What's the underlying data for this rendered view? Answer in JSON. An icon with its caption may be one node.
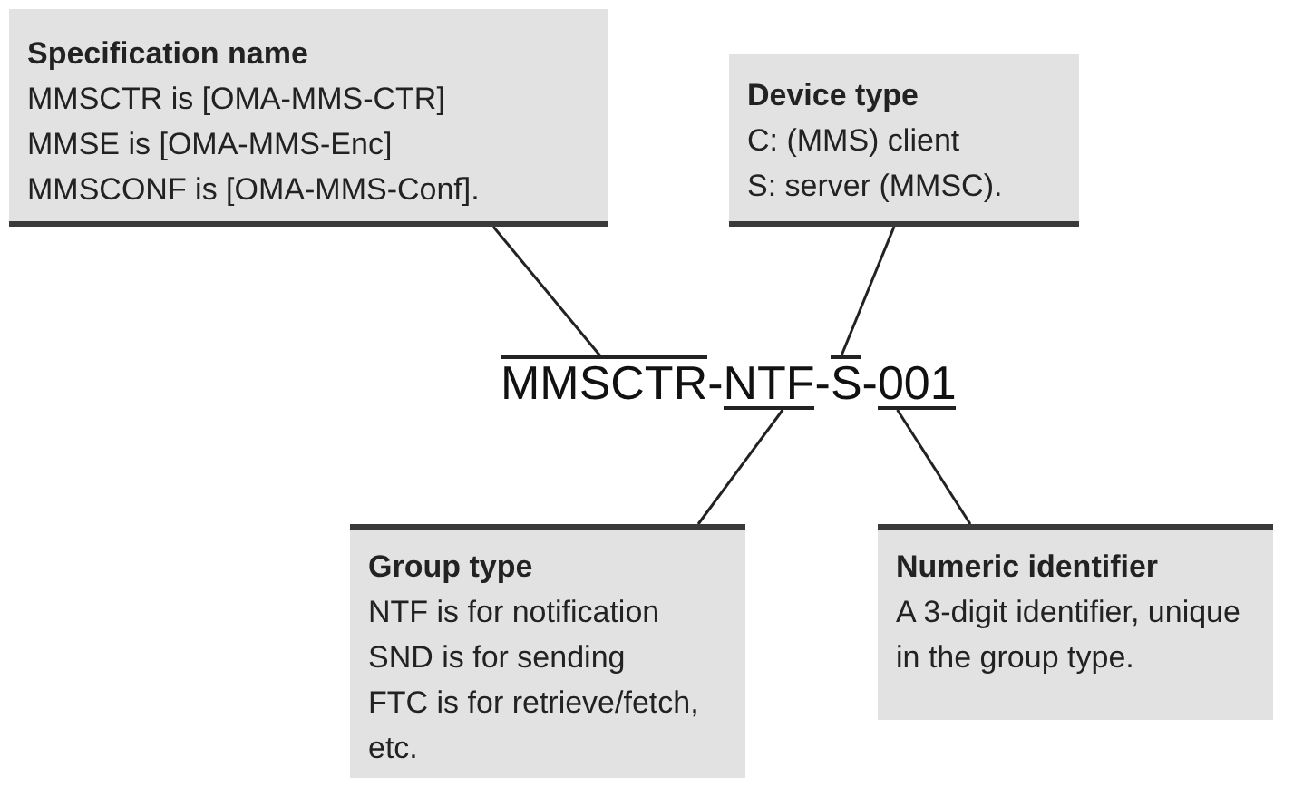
{
  "diagram": {
    "nodes": [
      {
        "text": [
          "Specification name",
          "MMSCTR is [OMA-MMS-CTR]",
          "MMSE is [OMA-MMS-Enc]",
          "MMSCONF is [OMA-MMS-Conf]."
        ]
      },
      {
        "text": [
          "Device type",
          "C: (MMS) client",
          "S: server (MMSC)."
        ]
      },
      {
        "text": [],
        "shape": "bar"
      },
      {
        "text": [],
        "shape": "bar"
      },
      {
        "text": [],
        "shape": "bar"
      },
      {
        "text": [],
        "shape": "bar"
      },
      {
        "text": [
          "Group type",
          "NTF is for notification",
          "SND is for sending",
          "FTC is for retrieve/fetch, etc."
        ]
      },
      {
        "text": [
          "Numeric identifier",
          "A 3-digit identifier, unique in the group type."
        ]
      }
    ],
    "edges": [
      {
        "from": 0,
        "to": 2,
        "arrow": "none"
      },
      {
        "from": 1,
        "to": 3,
        "arrow": "none"
      },
      {
        "from": 6,
        "to": 4,
        "arrow": "none"
      },
      {
        "from": 7,
        "to": 5,
        "arrow": "none"
      }
    ],
    "labels": [
      "MMSCTR-NTF-S-001"
    ]
  }
}
